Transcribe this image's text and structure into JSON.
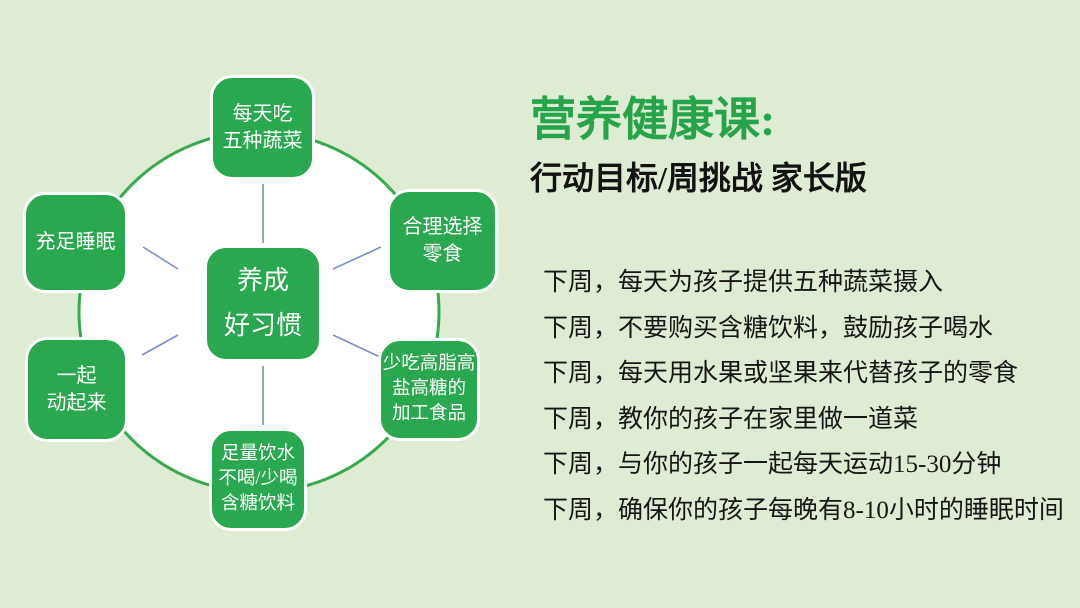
{
  "slide": {
    "background_color": "#dfecd4",
    "node_green": "#2aa84f",
    "circle_stroke_green": "#37a94e",
    "connector_blue": "#7b8ec8",
    "title_green": "#26a449"
  },
  "diagram": {
    "center_label": "养成\n好习惯",
    "nodes": [
      {
        "name": "vegetables",
        "label": "每天吃\n五种蔬菜"
      },
      {
        "name": "snacks",
        "label": "合理选择\n零食"
      },
      {
        "name": "processed-food",
        "label": "少吃高脂高\n盐高糖的\n加工食品"
      },
      {
        "name": "water",
        "label": "足量饮水\n不喝/少喝\n含糖饮料"
      },
      {
        "name": "exercise",
        "label": "一起\n动起来"
      },
      {
        "name": "sleep",
        "label": "充足睡眠"
      }
    ]
  },
  "panel": {
    "title": "营养健康课:",
    "subtitle": "行动目标/周挑战 家长版",
    "challenges": [
      "下周，每天为孩子提供五种蔬菜摄入",
      "下周，不要购买含糖饮料，鼓励孩子喝水",
      "下周，每天用水果或坚果来代替孩子的零食",
      "下周，教你的孩子在家里做一道菜",
      "下周，与你的孩子一起每天运动15-30分钟",
      "下周，确保你的孩子每晚有8-10小时的睡眠时间"
    ]
  }
}
